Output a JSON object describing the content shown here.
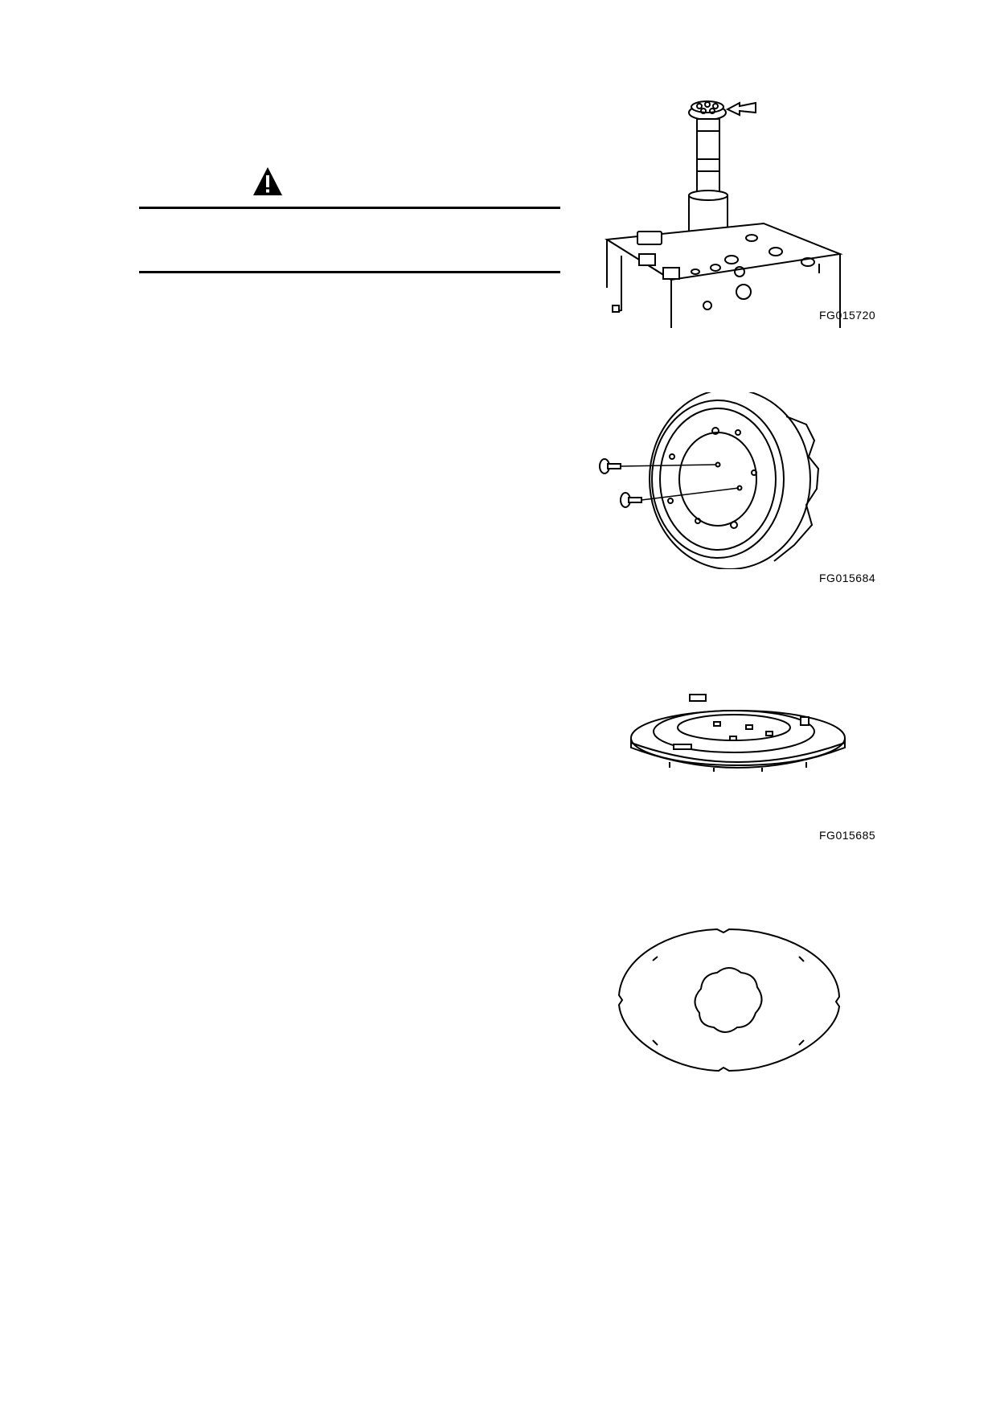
{
  "figures": [
    {
      "id": "fig1",
      "label": "FG015720"
    },
    {
      "id": "fig2",
      "label": "FG015684"
    },
    {
      "id": "fig3",
      "label": "FG015685"
    },
    {
      "id": "fig4",
      "label": ""
    }
  ]
}
